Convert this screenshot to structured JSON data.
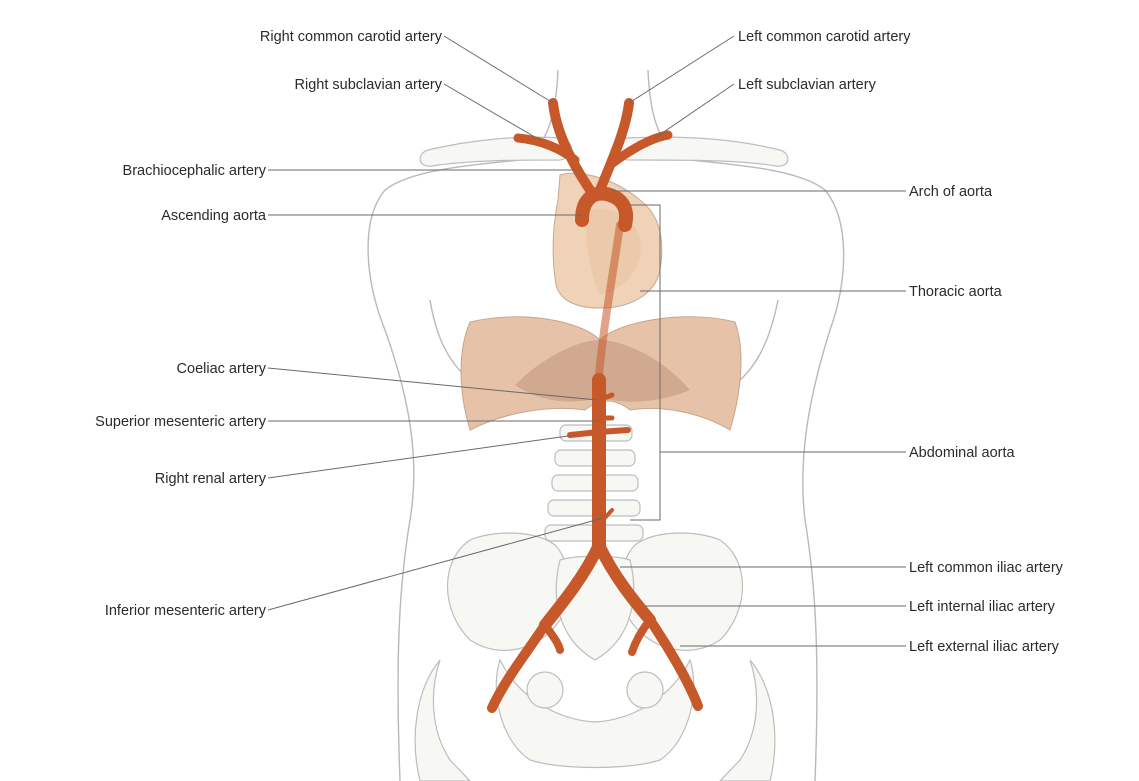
{
  "labels": {
    "right_common_carotid": "Right common carotid artery",
    "right_subclavian": "Right subclavian artery",
    "brachiocephalic": "Brachiocephalic artery",
    "ascending_aorta": "Ascending aorta",
    "coeliac": "Coeliac artery",
    "superior_mesenteric": "Superior mesenteric artery",
    "right_renal": "Right renal artery",
    "inferior_mesenteric": "Inferior mesenteric artery",
    "left_common_carotid": "Left common carotid artery",
    "left_subclavian": "Left subclavian artery",
    "arch_of_aorta": "Arch of aorta",
    "thoracic_aorta": "Thoracic aorta",
    "abdominal_aorta": "Abdominal aorta",
    "left_common_iliac": "Left common iliac artery",
    "left_internal_iliac": "Left internal iliac artery",
    "left_external_iliac": "Left external iliac artery"
  },
  "colors": {
    "artery": "#c7582a",
    "heart": "#f0d2b8",
    "diaphragm": "#e6c3a8",
    "bone": "#f7f7f4",
    "outline": "#b9b9b9"
  }
}
